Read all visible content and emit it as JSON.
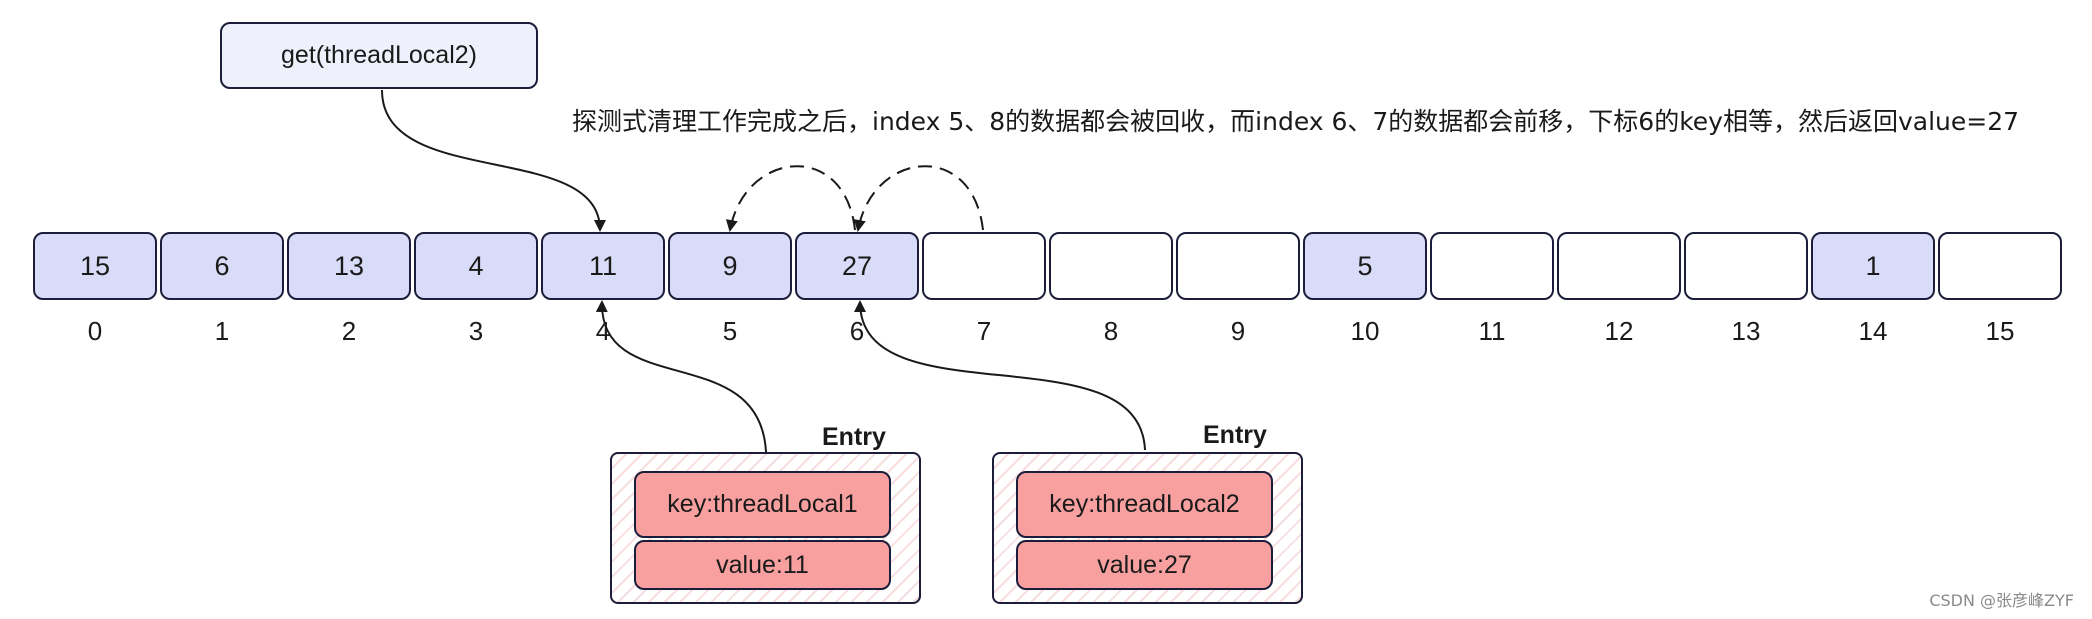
{
  "call_label": "get(threadLocal2)",
  "note": "探测式清理工作完成之后，index 5、8的数据都会被回收，而index 6、7的数据都会前移，下标6的key相等，然后返回value=27",
  "cells": [
    {
      "value": "15"
    },
    {
      "value": "6"
    },
    {
      "value": "13"
    },
    {
      "value": "4"
    },
    {
      "value": "11"
    },
    {
      "value": "9"
    },
    {
      "value": "27"
    },
    {
      "value": ""
    },
    {
      "value": ""
    },
    {
      "value": ""
    },
    {
      "value": "5"
    },
    {
      "value": ""
    },
    {
      "value": ""
    },
    {
      "value": ""
    },
    {
      "value": "1"
    },
    {
      "value": ""
    }
  ],
  "indices": [
    "0",
    "1",
    "2",
    "3",
    "4",
    "5",
    "6",
    "7",
    "8",
    "9",
    "10",
    "11",
    "12",
    "13",
    "14",
    "15"
  ],
  "entries": [
    {
      "title": "Entry",
      "key": "key:threadLocal1",
      "value": "value:11"
    },
    {
      "title": "Entry",
      "key": "key:threadLocal2",
      "value": "value:27"
    }
  ],
  "watermark": "CSDN @张彦峰ZYF",
  "colors": {
    "filled_cell": "#d9dcf8",
    "entry_field": "#f8a0a0",
    "call_box": "#eef0fc",
    "stroke": "#1b1d3a"
  }
}
